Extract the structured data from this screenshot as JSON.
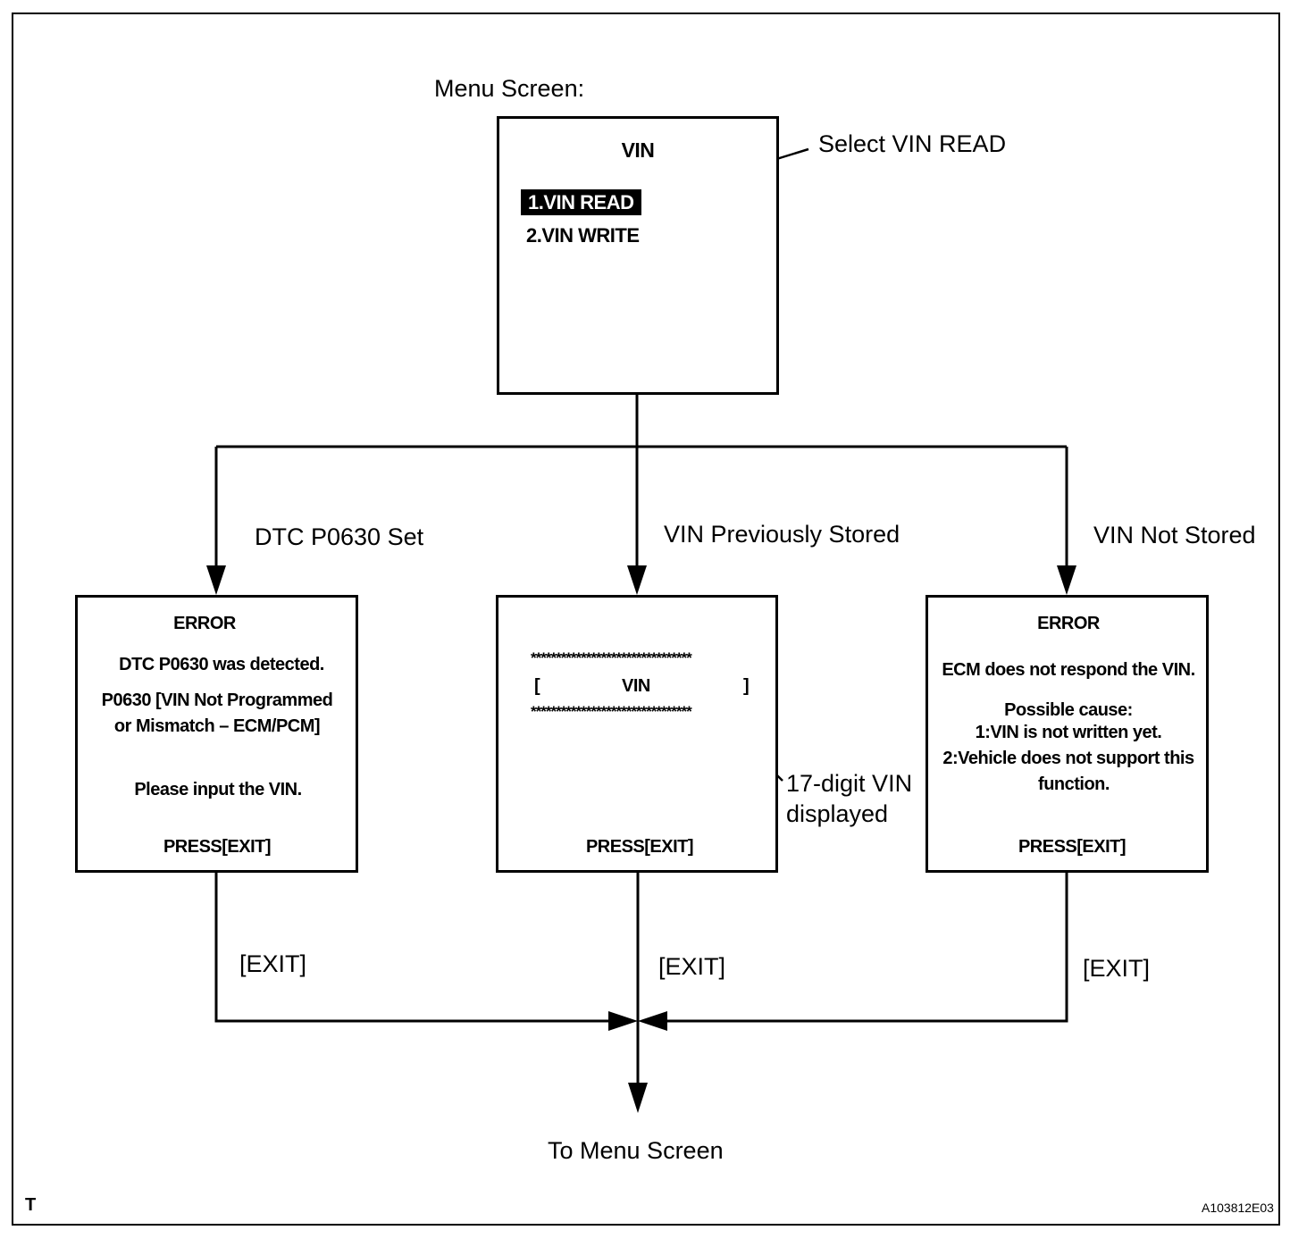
{
  "labels": {
    "menu_screen": "Menu Screen:",
    "select_vin_read": "Select VIN READ",
    "branch_dtc": "DTC P0630 Set",
    "branch_stored": "VIN Previously Stored",
    "branch_not_stored": "VIN Not Stored",
    "vin_callout_line1": "17-digit VIN",
    "vin_callout_line2": "displayed",
    "exit_left": "[EXIT]",
    "exit_mid": "[EXIT]",
    "exit_right": "[EXIT]",
    "to_menu": "To Menu Screen",
    "corner_t": "T",
    "figure_code": "A103812E03"
  },
  "menu": {
    "title": "VIN",
    "item1": "1.VIN READ",
    "item2": "2.VIN WRITE"
  },
  "dtc_screen": {
    "title": "ERROR",
    "line1": "DTC P0630 was detected.",
    "line2": "P0630  [VIN Not Programmed",
    "line3": "or Mismatch – ECM/PCM]",
    "line4": "Please input the VIN.",
    "press": "PRESS[EXIT]"
  },
  "stored_screen": {
    "stars_top": "********************************",
    "bracket_open": "[",
    "vin": "VIN",
    "bracket_close": "]",
    "stars_bottom": "********************************",
    "press": "PRESS[EXIT]"
  },
  "not_stored_screen": {
    "title": "ERROR",
    "line1": "ECM does not respond the VIN.",
    "line2": "Possible cause:",
    "line3": "1:VIN is not written yet.",
    "line4": "2:Vehicle does not support this",
    "line5": "function.",
    "press": "PRESS[EXIT]"
  }
}
